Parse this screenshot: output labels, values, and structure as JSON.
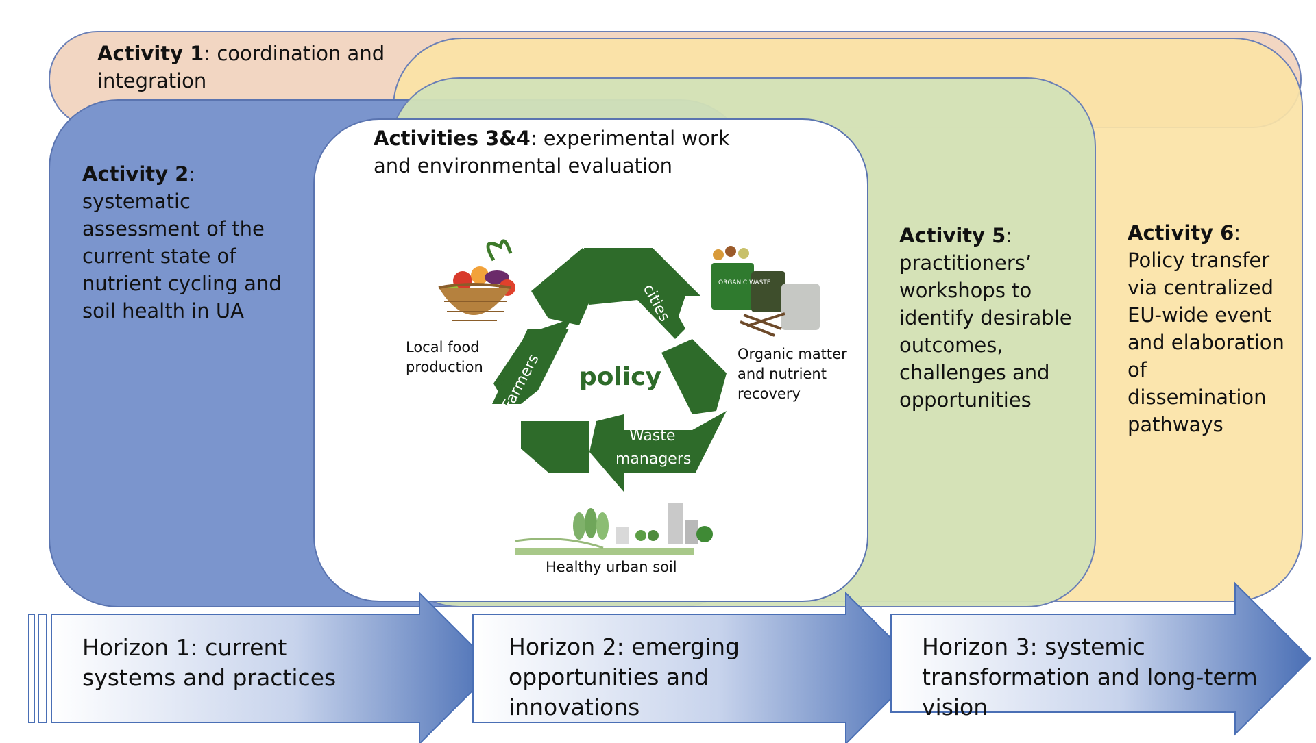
{
  "activities": {
    "a1": {
      "title": "Activity 1",
      "text": ": coordination and integration"
    },
    "a2": {
      "title": "Activity 2",
      "text": ": systematic assessment of the current state of nutrient cycling and soil health in UA"
    },
    "a34": {
      "title": "Activities 3&4",
      "text": ": experimental work and environmental evaluation"
    },
    "a5": {
      "title": "Activity 5",
      "text": ": practitioners’ workshops to identify desirable outcomes, challenges and opportunities"
    },
    "a6": {
      "title": "Activity 6",
      "text": ": Policy transfer via centralized EU-wide event and elaboration of dissemination pathways"
    }
  },
  "cycle": {
    "center": "policy",
    "segments": {
      "top": "cities",
      "left": "Farmers",
      "bottom_1": "Waste",
      "bottom_2": "managers"
    },
    "captions": {
      "food": "Local food production",
      "organic": "Organic matter and nutrient recovery",
      "soil": "Healthy urban soil"
    },
    "bin_text": "ORGANIC WASTE"
  },
  "horizons": [
    {
      "label": "Horizon 1: current systems and practices"
    },
    {
      "label": "Horizon 2: emerging opportunities and innovations"
    },
    {
      "label": "Horizon 3: systemic transformation and long-term vision"
    }
  ],
  "colors": {
    "activity1": "#f2d6c2",
    "activity2": "#7b95cd",
    "activity5": "#d3e1b7",
    "activity6": "#fbe3a6",
    "cycle_green": "#2e6b2a",
    "arrow_blue": "#4a6fb5"
  }
}
